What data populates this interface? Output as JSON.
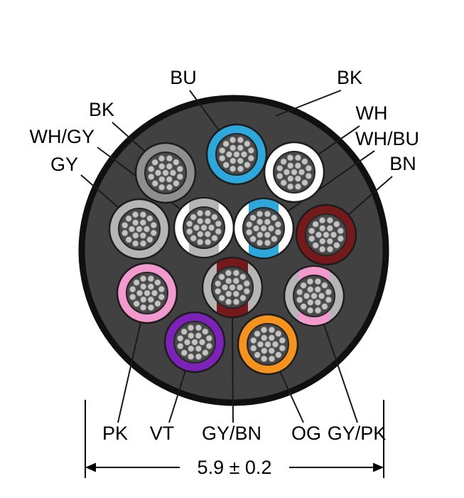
{
  "diagram": {
    "type": "cable-cross-section",
    "dimension_label": "5.9 ± 0.2",
    "labels": {
      "bu": "BU",
      "bk_jacket": "BK",
      "bk": "BK",
      "wh_gy": "WH/GY",
      "gy": "GY",
      "wh": "WH",
      "wh_bu": "WH/BU",
      "bn": "BN",
      "pk": "PK",
      "vt": "VT",
      "gy_bn": "GY/BN",
      "og": "OG",
      "gy_pk": "GY/PK"
    },
    "colors": {
      "jacket": "#414141",
      "blue": "#2da7dc",
      "white": "#ffffff",
      "black_core": "#8f8f8f",
      "gray": "#b5b5b5",
      "brown": "#76191b",
      "pink": "#f299ce",
      "violet": "#7d22b8",
      "orange": "#f6921e"
    }
  }
}
